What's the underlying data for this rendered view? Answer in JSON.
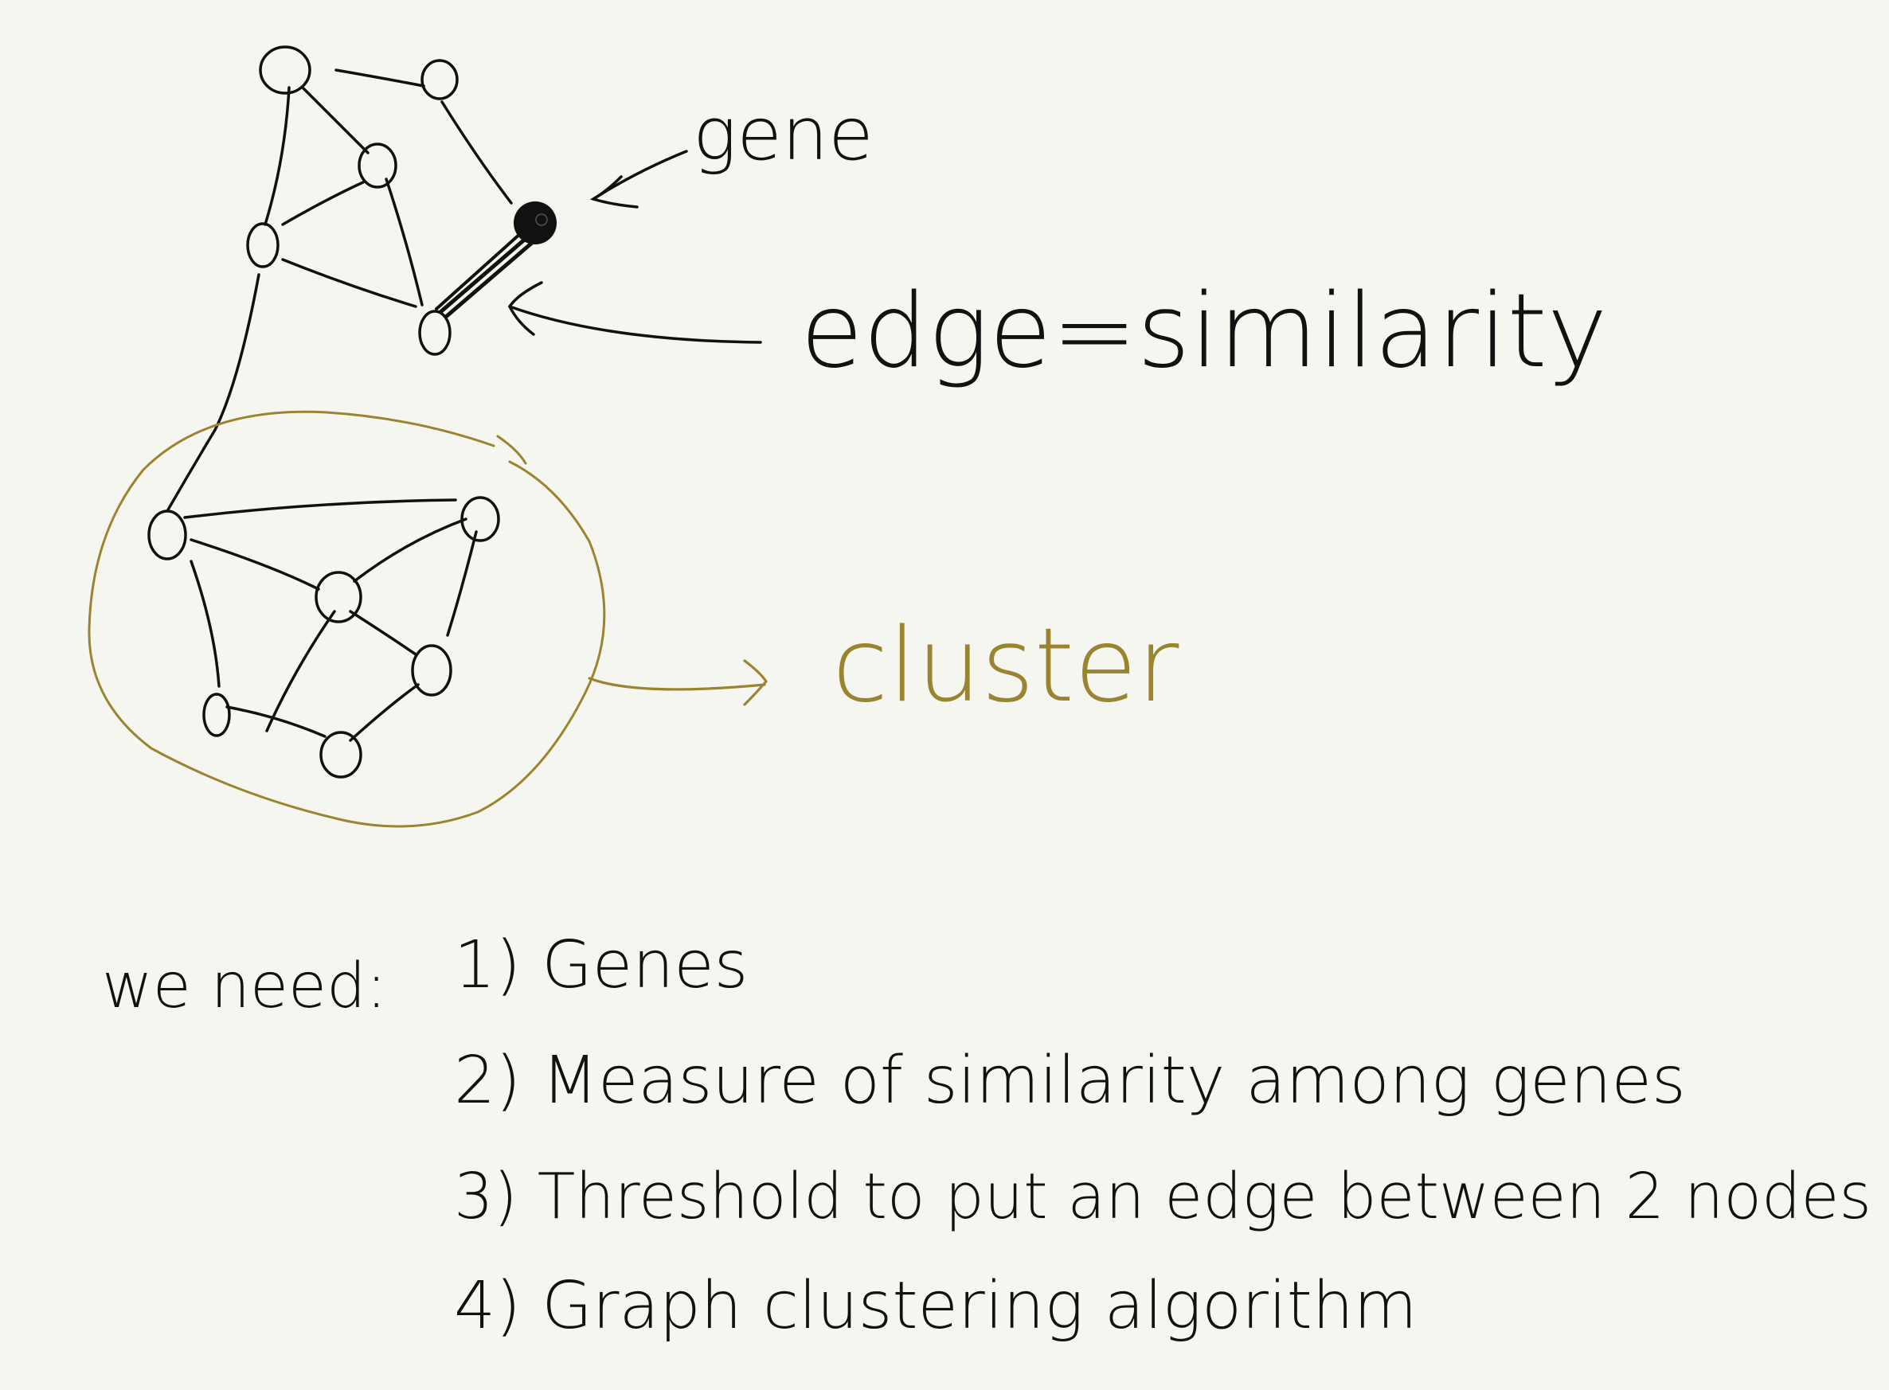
{
  "colors": {
    "ink": "#111111",
    "accent": "#9b8430",
    "paper": "#f6f6f1"
  },
  "labels": {
    "gene": "gene",
    "edge_similarity": "edge=similarity",
    "cluster": "cluster"
  },
  "notes": {
    "we_need": "we need:",
    "items": [
      "1) Genes",
      "2) Measure of similarity among genes",
      "3) Threshold to put an edge between 2 nodes",
      "4) Graph clustering algorithm"
    ]
  }
}
